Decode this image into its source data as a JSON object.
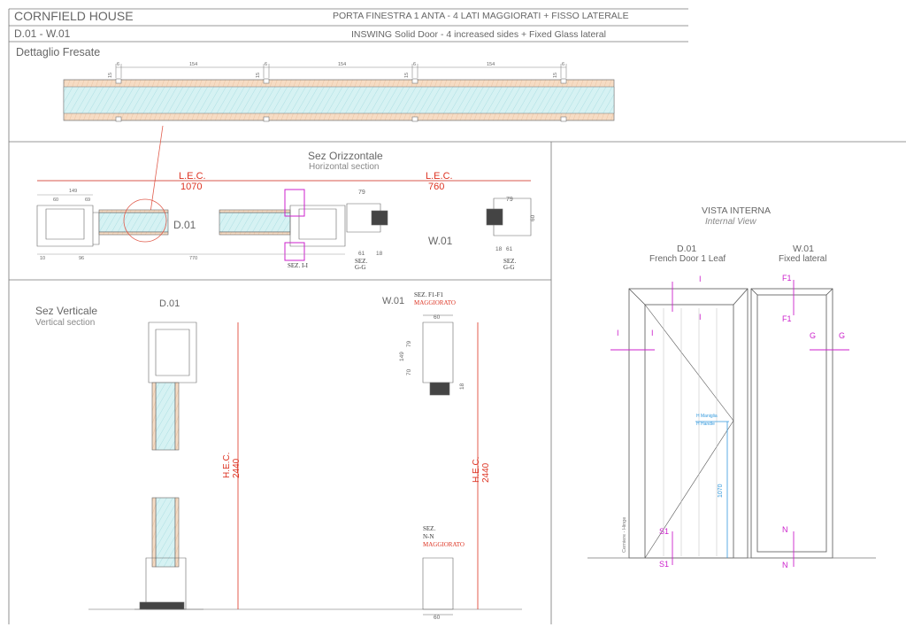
{
  "header": {
    "project": "CORNFIELD HOUSE",
    "code": "D.01 - W.01",
    "title_it": "PORTA FINESTRA 1 ANTA - 4 LATI MAGGIORATI + FISSO LATERALE",
    "title_en": "INSWING Solid Door  -  4 increased sides  + Fixed Glass lateral"
  },
  "detail": {
    "label": "Dettaglio Fresate",
    "dims": [
      "6",
      "154",
      "6",
      "154",
      "6",
      "154",
      "6"
    ],
    "small_dims": [
      "15",
      "15",
      "15",
      "15"
    ]
  },
  "horizontal": {
    "title": "Sez Orizzontale",
    "subtitle": "Horizontal section",
    "lec1_label": "L.E.C.",
    "lec1_value": "1070",
    "lec2_label": "L.E.C.",
    "lec2_value": "760",
    "d01": "D.01",
    "w01": "W.01",
    "sez_ii": "SEZ. I-I",
    "sez_gg_a": "SEZ.\nG-G",
    "sez_gg_b": "SEZ.\nG-G",
    "dims": {
      "d149": "149",
      "d60": "60",
      "d69": "69",
      "d79a": "79",
      "d79b": "79",
      "d61a": "61",
      "d18a": "18",
      "d61b": "61",
      "d18b": "18",
      "d60b": "60",
      "d96": "96",
      "d770": "770",
      "d10": "10"
    }
  },
  "vertical": {
    "title": "Sez Verticale",
    "subtitle": "Vertical section",
    "d01": "D.01",
    "w01": "W.01",
    "sez_f1": "SEZ. F1-F1",
    "magg1": "MAGGIORATO",
    "sez_nn_1": "SEZ.",
    "sez_nn_2": "N-N",
    "magg2": "MAGGIORATO",
    "hec1_label": "H.E.C.",
    "hec1_value": "2440",
    "hec2_label": "H.E.C.",
    "hec2_value": "2440",
    "dims": {
      "d60a": "60",
      "d79": "79",
      "d149": "149",
      "d70": "70",
      "d18": "18",
      "d60b": "60"
    }
  },
  "interior": {
    "title": "VISTA INTERNA",
    "subtitle": "Internal View",
    "door_code": "D.01",
    "door_name": "French Door 1 Leaf",
    "fixed_code": "W.01",
    "fixed_name": "Fixed lateral",
    "handle_it": "H Maniglia",
    "handle_en": "H Handle",
    "handle_height": "1070",
    "hinge": "Cerniere - Hinge",
    "markers": {
      "i_top": "I",
      "i_bot": "I",
      "i_left": "I",
      "i_left2": "I",
      "s1_top": "S1",
      "s1_bot": "S1",
      "f1_top": "F1",
      "f1_bot": "F1",
      "g_left": "G",
      "g_right": "G",
      "n_top": "N",
      "n_bot": "N"
    }
  },
  "colors": {
    "frame": "#555555",
    "wood": "#f3d2b6",
    "glass": "#c9eef0",
    "red": "#dd3322",
    "magenta": "#cc22cc",
    "blue": "#3399dd"
  }
}
